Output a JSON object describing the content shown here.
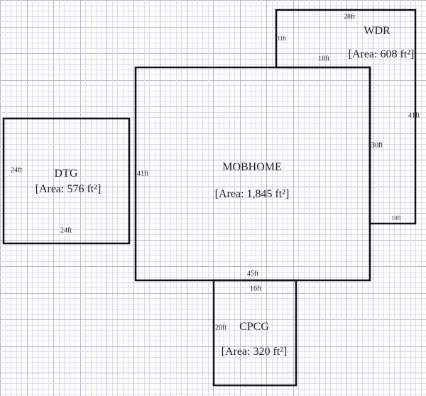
{
  "rooms": [
    {
      "name": "WDR",
      "area": "[Area: 608 ft²]",
      "dims": [
        "28ft",
        "11ft",
        "18ft",
        "41ft",
        "30ft",
        "10ft"
      ]
    },
    {
      "name": "MOBHOME",
      "area": "[Area: 1,845 ft²]",
      "dims": [
        "41ft",
        "45ft"
      ]
    },
    {
      "name": "DTG",
      "area": "[Area: 576 ft²]",
      "dims": [
        "24ft",
        "24ft"
      ]
    },
    {
      "name": "CPCG",
      "area": "[Area: 320 ft²]",
      "dims": [
        "16ft",
        "20ft"
      ]
    }
  ],
  "colors": {
    "grid_minor": "#dcdce6",
    "grid_major": "#b8b8c4",
    "wall": "#111111"
  }
}
